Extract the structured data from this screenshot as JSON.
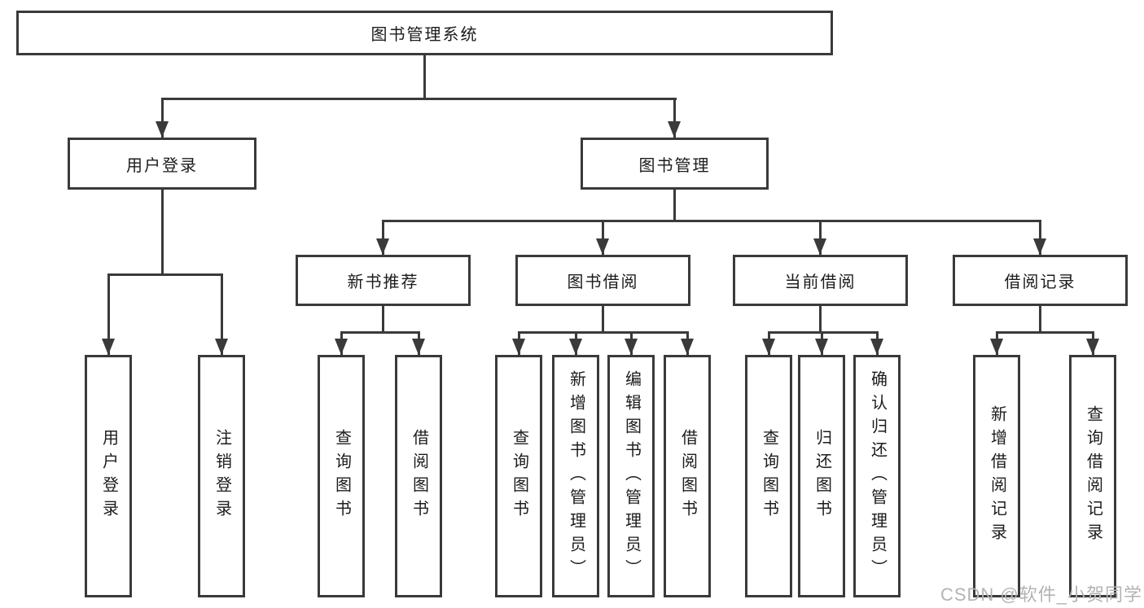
{
  "tree": {
    "label": "图书管理系统",
    "children": [
      {
        "label": "用户登录",
        "children": [
          {
            "label": "用户登录"
          },
          {
            "label": "注销登录"
          }
        ]
      },
      {
        "label": "图书管理",
        "children": [
          {
            "label": "新书推荐",
            "children": [
              {
                "label": "查询图书"
              },
              {
                "label": "借阅图书"
              }
            ]
          },
          {
            "label": "图书借阅",
            "children": [
              {
                "label": "查询图书"
              },
              {
                "label": "新增图书（管理员）"
              },
              {
                "label": "编辑图书（管理员）"
              },
              {
                "label": "借阅图书"
              }
            ]
          },
          {
            "label": "当前借阅",
            "children": [
              {
                "label": "查询图书"
              },
              {
                "label": "归还图书"
              },
              {
                "label": "确认归还（管理员）"
              }
            ]
          },
          {
            "label": "借阅记录",
            "children": [
              {
                "label": "新增借阅记录"
              },
              {
                "label": "查询借阅记录"
              }
            ]
          }
        ]
      }
    ]
  },
  "watermark": {
    "text": "CSDN @软件_小贺同学"
  },
  "colors": {
    "line": "#3a3a3a",
    "text": "#1c1c1c",
    "bg": "#ffffff",
    "watermark": "#b3b3b3"
  }
}
